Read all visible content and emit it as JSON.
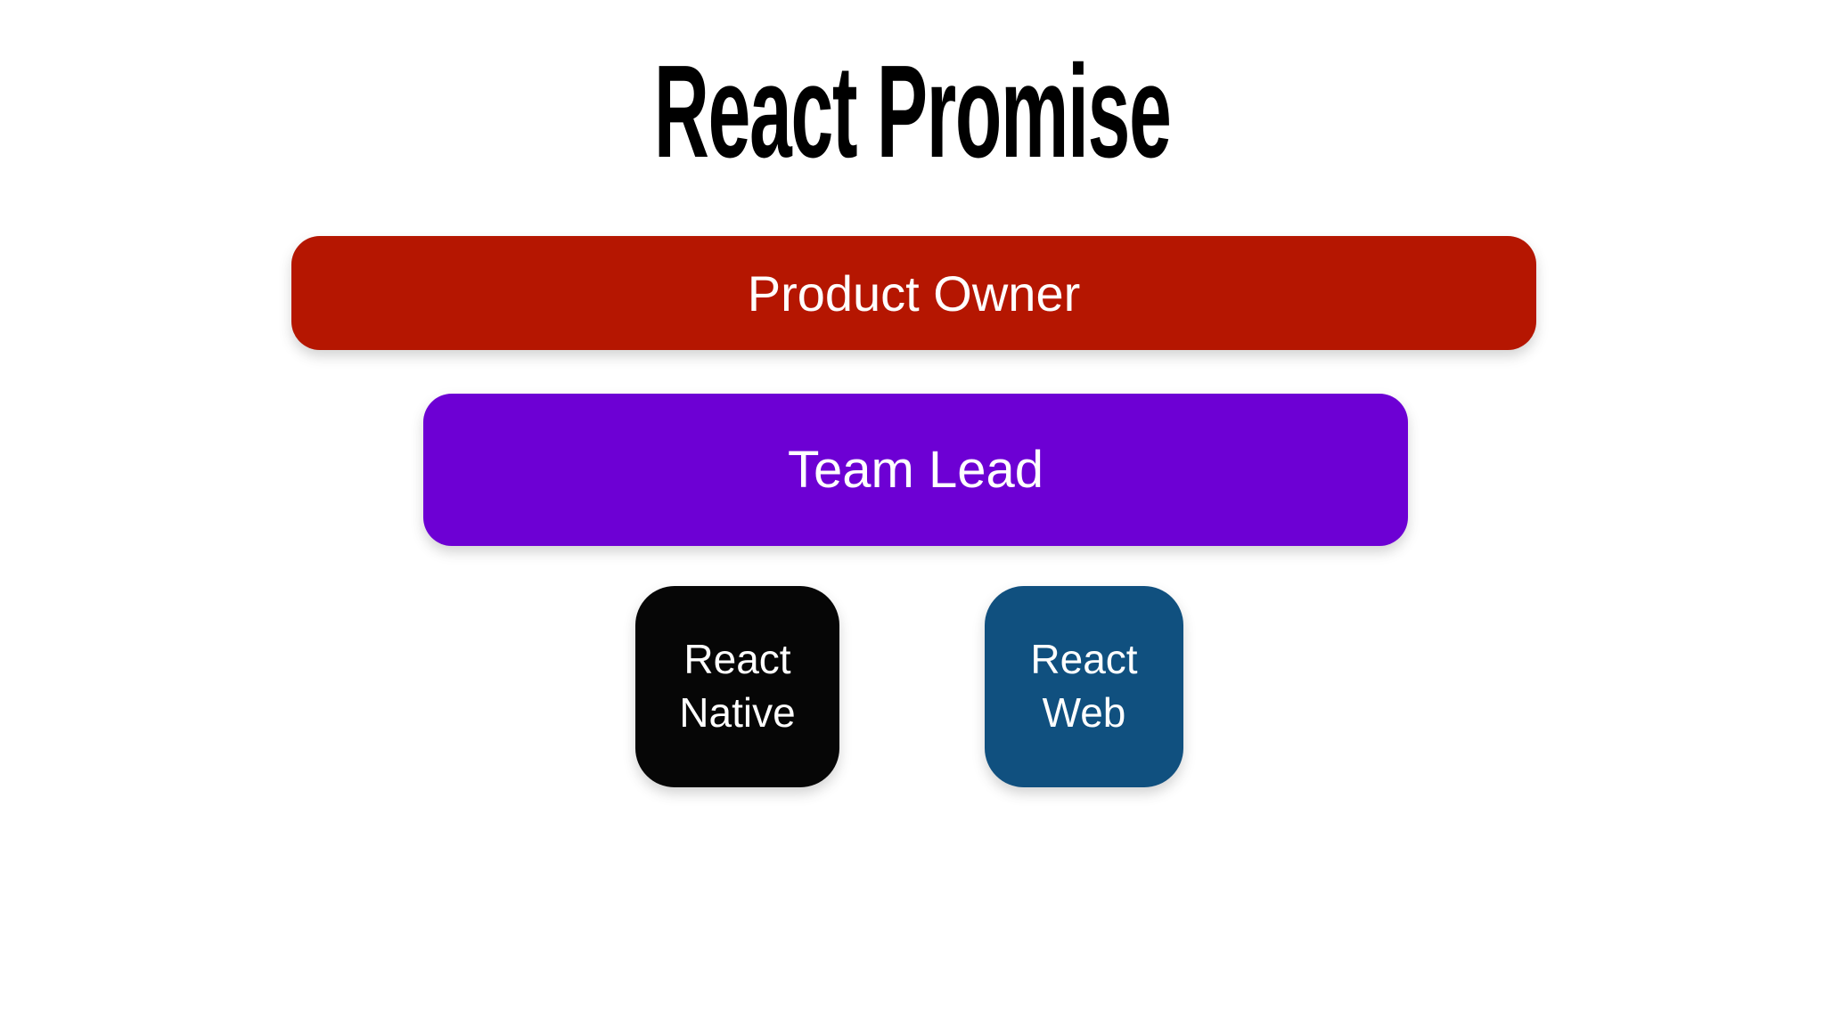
{
  "page": {
    "title": "React Promise",
    "background": "#ffffff",
    "title_color": "#000000"
  },
  "hierarchy": {
    "root": {
      "label": "Product Owner",
      "color": "#b51601",
      "text_color": "#ffffff"
    },
    "middle": {
      "label": "Team Lead",
      "color": "#6d00d4",
      "text_color": "#ffffff"
    },
    "teams": [
      {
        "label": "React Native",
        "color": "#060606",
        "text_color": "#ffffff"
      },
      {
        "label": "React Web",
        "color": "#10507f",
        "text_color": "#ffffff"
      }
    ]
  }
}
